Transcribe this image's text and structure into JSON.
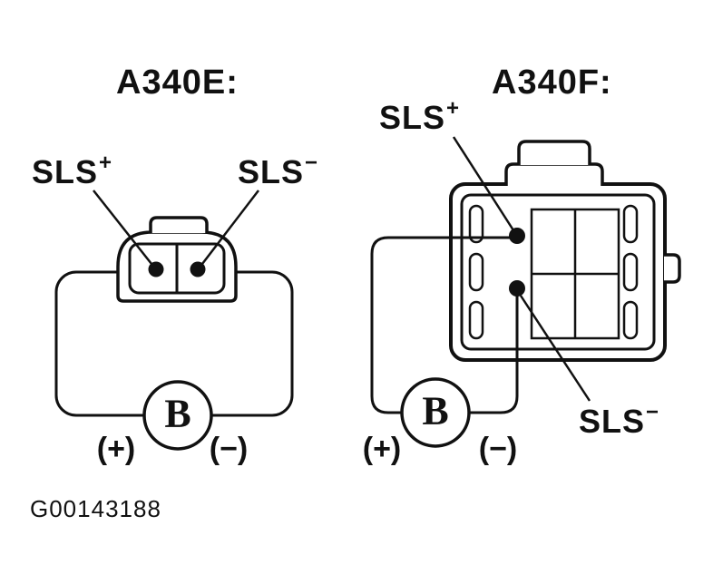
{
  "figure_id": "G00143188",
  "colors": {
    "line": "#111111",
    "background": "#ffffff"
  },
  "left_diagram": {
    "title": "A340E:",
    "sls_plus": {
      "base": "SLS",
      "sup": "+"
    },
    "sls_minus": {
      "base": "SLS",
      "sup": "−"
    },
    "battery_letter": "B",
    "positive_terminal": "(+)",
    "negative_terminal": "(−)"
  },
  "right_diagram": {
    "title": "A340F:",
    "sls_plus": {
      "base": "SLS",
      "sup": "+"
    },
    "sls_minus": {
      "base": "SLS",
      "sup": "−"
    },
    "battery_letter": "B",
    "positive_terminal": "(+)",
    "negative_terminal": "(−)"
  }
}
